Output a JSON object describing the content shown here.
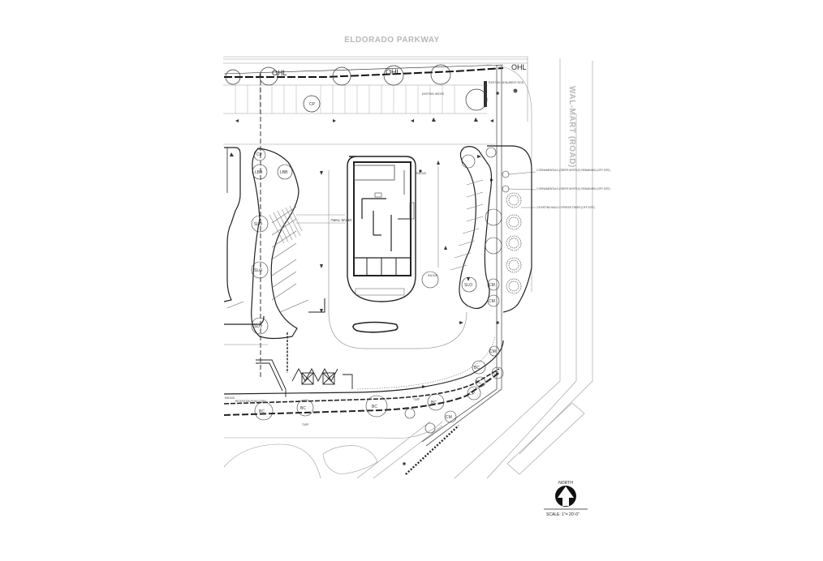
{
  "streets": {
    "top": "ELDORADO PARKWAY",
    "right": "WAL-MART (ROAD)"
  },
  "utility": {
    "overhead_line": "OHL"
  },
  "plants": {
    "top_row": [
      "CP"
    ],
    "upper_island": [
      "CP",
      "LBB",
      "LBB"
    ],
    "left_island": [
      "SLO",
      "SLO",
      "SLO"
    ],
    "right_island": [
      "SLO",
      "CM",
      "CM"
    ],
    "bottom_row": [
      "BC",
      "BC",
      "BC",
      "BC",
      "CP",
      "CM"
    ],
    "corner": [
      "BC",
      "BC",
      "CM",
      "CP"
    ]
  },
  "notes": {
    "ornamentals_1": "2 ORNAMENTALS (CREPE MYRTLE) REMAINING (OFF SITE)",
    "ornamentals_2": "2 ORNAMENTALS (CREPE MYRTLE) REMAINING (OFF SITE)",
    "bald_cypress": "4 EXISTING BALD CYPRESS TREES (OFF SITE)",
    "existing_hedge": "EXISTING HEDGE",
    "existing_monument": "EXISTING MONUMENT SIGN",
    "retention_pond": "RETENTION POND (DRY)",
    "turf_1": "TURF",
    "turf_2": "TURF",
    "radius": "RADIUS",
    "drive_thru": "DRIVE THRU"
  },
  "legend": {
    "north_label": "NORTH",
    "scale": "SCALE: 1\"= 20'-0\""
  }
}
